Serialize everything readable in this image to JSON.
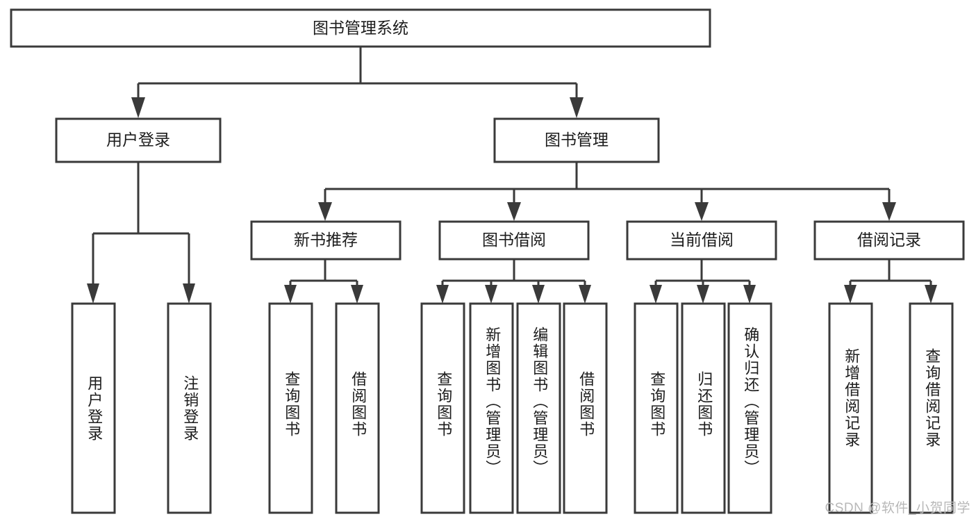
{
  "diagram": {
    "title": "图书管理系统",
    "watermark": "CSDN @软件_小贺同学",
    "colors": {
      "stroke": "#3a3a3a",
      "box_fill": "#ffffff",
      "text": "#1c1c1c",
      "background": "#ffffff",
      "watermark": "#b8b8b8"
    },
    "root": {
      "label": "图书管理系统"
    },
    "level2": [
      {
        "label": "用户登录"
      },
      {
        "label": "图书管理"
      }
    ],
    "level3": [
      {
        "label": "新书推荐"
      },
      {
        "label": "图书借阅"
      },
      {
        "label": "当前借阅"
      },
      {
        "label": "借阅记录"
      }
    ],
    "leaves": {
      "user_login": [
        {
          "label": "用户登录"
        },
        {
          "label": "注销登录"
        }
      ],
      "new_book_recommend": [
        {
          "label": "查询图书"
        },
        {
          "label": "借阅图书"
        }
      ],
      "book_borrow": [
        {
          "label": "查询图书"
        },
        {
          "label": "新增图书（管理员）"
        },
        {
          "label": "编辑图书（管理员）"
        },
        {
          "label": "借阅图书"
        }
      ],
      "current_borrow": [
        {
          "label": "查询图书"
        },
        {
          "label": "归还图书"
        },
        {
          "label": "确认归还（管理员）"
        }
      ],
      "borrow_record": [
        {
          "label": "新增借阅记录"
        },
        {
          "label": "查询借阅记录"
        }
      ]
    }
  }
}
